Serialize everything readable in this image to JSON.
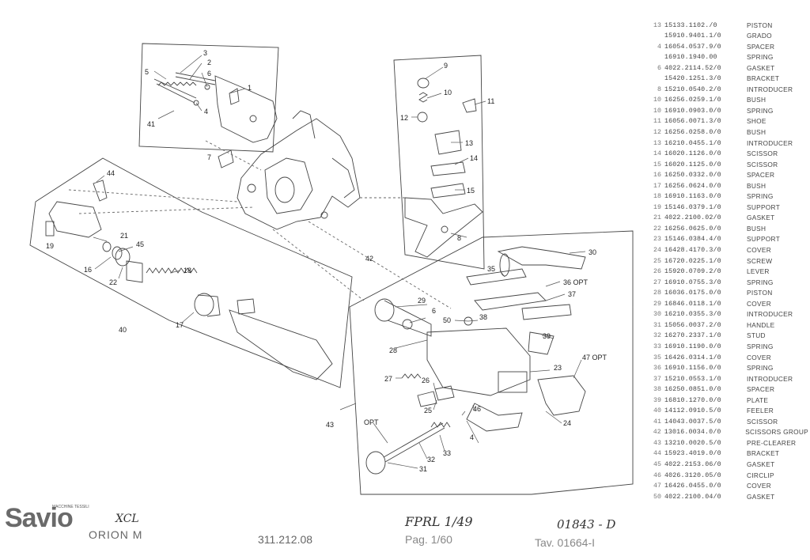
{
  "callouts": {
    "c1": "1",
    "c2": "2",
    "c3": "3",
    "c4": "4",
    "c5": "5",
    "c6": "6",
    "c7": "7",
    "c8": "8",
    "c9": "9",
    "c10": "10",
    "c11": "11",
    "c12": "12",
    "c13": "13",
    "c14": "14",
    "c15": "15",
    "c16": "16",
    "c17": "17",
    "c18": "18",
    "c19": "19",
    "c21": "21",
    "c22": "22",
    "c23": "23",
    "c24": "24",
    "c25": "25",
    "c26": "26",
    "c27": "27",
    "c28": "28",
    "c29": "29",
    "c30": "30",
    "c31": "31",
    "c32": "32",
    "c33": "33",
    "c35": "35",
    "c36": "36 OPT",
    "c37": "37",
    "c38": "38",
    "c39": "39",
    "c40": "40",
    "c41": "41",
    "c42": "42",
    "c43": "43",
    "c44": "44",
    "c45": "45",
    "c46": "46",
    "c47": "47 OPT",
    "c50": "50",
    "c4b": "4",
    "c6b": "6",
    "opt": "OPT"
  },
  "parts": [
    {
      "n": "",
      "code": "",
      "desc": ""
    },
    {
      "n": "13",
      "code": "15133.1102./0",
      "desc": "PISTON"
    },
    {
      "n": "",
      "code": "15910.9401.1/0",
      "desc": "GRADO"
    },
    {
      "n": "4",
      "code": "16054.0537.9/0",
      "desc": "SPACER"
    },
    {
      "n": "",
      "code": "16910.1940.00",
      "desc": "SPRING"
    },
    {
      "n": "6",
      "code": "4022.2114.52/0",
      "desc": "GASKET"
    },
    {
      "n": "",
      "code": "15420.1251.3/0",
      "desc": "BRACKET"
    },
    {
      "n": "8",
      "code": "15210.0540.2/0",
      "desc": "INTRODUCER"
    },
    {
      "n": "10",
      "code": "16256.0259.1/0",
      "desc": "BUSH"
    },
    {
      "n": "10",
      "code": "16910.0903.0/0",
      "desc": "SPRING"
    },
    {
      "n": "11",
      "code": "16056.0071.3/0",
      "desc": "SHOE"
    },
    {
      "n": "12",
      "code": "16256.0258.0/0",
      "desc": "BUSH"
    },
    {
      "n": "13",
      "code": "16210.0455.1/0",
      "desc": "INTRODUCER"
    },
    {
      "n": "14",
      "code": "16020.1126.0/0",
      "desc": "SCISSOR"
    },
    {
      "n": "15",
      "code": "16020.1125.0/0",
      "desc": "SCISSOR"
    },
    {
      "n": "16",
      "code": "16250.0332.0/0",
      "desc": "SPACER"
    },
    {
      "n": "17",
      "code": "16256.0624.0/0",
      "desc": "BUSH"
    },
    {
      "n": "18",
      "code": "16910.1163.0/0",
      "desc": "SPRING"
    },
    {
      "n": "19",
      "code": "15146.0379.1/0",
      "desc": "SUPPORT"
    },
    {
      "n": "21",
      "code": "4022.2100.02/0",
      "desc": "GASKET"
    },
    {
      "n": "22",
      "code": "16256.0625.0/0",
      "desc": "BUSH"
    },
    {
      "n": "23",
      "code": "15146.0384.4/0",
      "desc": "SUPPORT"
    },
    {
      "n": "24",
      "code": "16428.4170.3/0",
      "desc": "COVER"
    },
    {
      "n": "25",
      "code": "16720.0225.1/0",
      "desc": "SCREW"
    },
    {
      "n": "26",
      "code": "15920.0709.2/0",
      "desc": "LEVER"
    },
    {
      "n": "27",
      "code": "16910.0755.3/0",
      "desc": "SPRING"
    },
    {
      "n": "28",
      "code": "16036.0175.0/0",
      "desc": "PISTON"
    },
    {
      "n": "29",
      "code": "16846.0118.1/0",
      "desc": "COVER"
    },
    {
      "n": "30",
      "code": "16210.0355.3/0",
      "desc": "INTRODUCER"
    },
    {
      "n": "31",
      "code": "15056.0037.2/0",
      "desc": "HANDLE"
    },
    {
      "n": "32",
      "code": "16270.2337.1/0",
      "desc": "STUD"
    },
    {
      "n": "33",
      "code": "16910.1190.0/0",
      "desc": "SPRING"
    },
    {
      "n": "35",
      "code": "16426.0314.1/0",
      "desc": "COVER"
    },
    {
      "n": "36",
      "code": "16910.1156.0/0",
      "desc": "SPRING"
    },
    {
      "n": "37",
      "code": "15210.0553.1/0",
      "desc": "INTRODUCER"
    },
    {
      "n": "38",
      "code": "16250.0851.0/0",
      "desc": "SPACER"
    },
    {
      "n": "39",
      "code": "16810.1270.0/0",
      "desc": "PLATE"
    },
    {
      "n": "40",
      "code": "14112.0910.5/0",
      "desc": "FEELER"
    },
    {
      "n": "41",
      "code": "14043.0037.5/0",
      "desc": "SCISSOR"
    },
    {
      "n": "42",
      "code": "13016.0034.0/0",
      "desc": "SCISSORS GROUP"
    },
    {
      "n": "43",
      "code": "13210.0020.5/0",
      "desc": "PRE-CLEARER"
    },
    {
      "n": "44",
      "code": "15923.4019.0/0",
      "desc": "BRACKET"
    },
    {
      "n": "45",
      "code": "4022.2153.06/0",
      "desc": "GASKET"
    },
    {
      "n": "46",
      "code": "4026.3120.05/0",
      "desc": "CIRCLIP"
    },
    {
      "n": "47",
      "code": "16426.0455.0/0",
      "desc": "COVER"
    },
    {
      "n": "50",
      "code": "4022.2100.04/0",
      "desc": "GASKET"
    }
  ],
  "footer": {
    "brand": "Savio",
    "brand_tag": "MACCHINE TESSILI",
    "note_xcl": "XCL",
    "model": "ORION M",
    "code": "311.212.08",
    "fprl": "FPRL 1/49",
    "page": "Pag. 1/60",
    "ref": "01843 - D",
    "tav": "Tav. 01664-I"
  },
  "colors": {
    "ink": "#333333",
    "faint": "#888888",
    "paper": "#ffffff"
  }
}
